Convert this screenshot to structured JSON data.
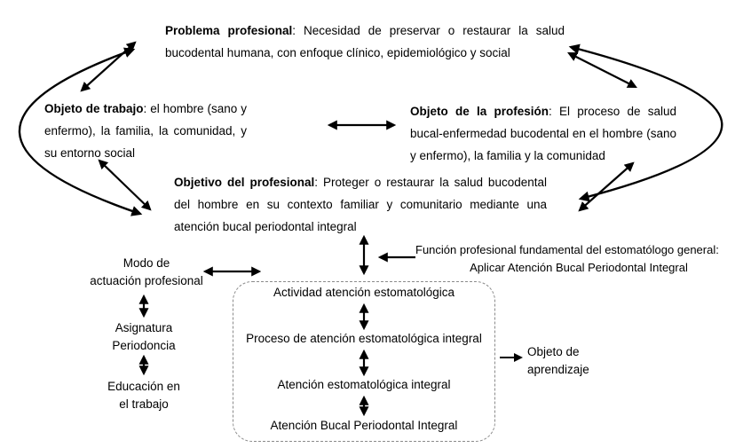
{
  "blocks": {
    "problema": {
      "title": "Problema profesional",
      "text": ": Necesidad de preservar o restaurar la salud bucodental humana, con enfoque clínico, epidemiológico y social"
    },
    "objeto_trabajo": {
      "title": "Objeto de trabajo",
      "text": ": el hombre (sano y enfermo), la familia, la comunidad, y su entorno social"
    },
    "objeto_profesion": {
      "title": "Objeto de la profesión",
      "text": ": El proceso de salud bucal-enfermedad bucodental en el hombre (sano y enfermo), la familia y la comunidad"
    },
    "objetivo": {
      "title": "Objetivo del profesional",
      "text": ": Proteger o restaurar la salud bucodental del hombre en su contexto familiar y comunitario mediante una atención bucal periodontal integral"
    },
    "funcion": {
      "line1": "Función profesional fundamental del estomatólogo general:",
      "line2": "Aplicar Atención Bucal Periodontal Integral"
    },
    "modo": [
      "Modo de",
      "actuación profesional"
    ],
    "asignatura": [
      "Asignatura",
      "Periodoncia"
    ],
    "educacion": [
      "Educación en",
      "el trabajo"
    ],
    "objeto_aprendizaje": [
      "Objeto de",
      "aprendizaje"
    ]
  },
  "process_chain": [
    "Actividad atención estomatológica",
    "Proceso de atención estomatológica integral",
    "Atención estomatológica integral",
    "Atención Bucal Periodontal Integral"
  ],
  "colors": {
    "background": "#ffffff",
    "text": "#000000",
    "arrow": "#000000",
    "box_border": "#8a8a8a"
  }
}
